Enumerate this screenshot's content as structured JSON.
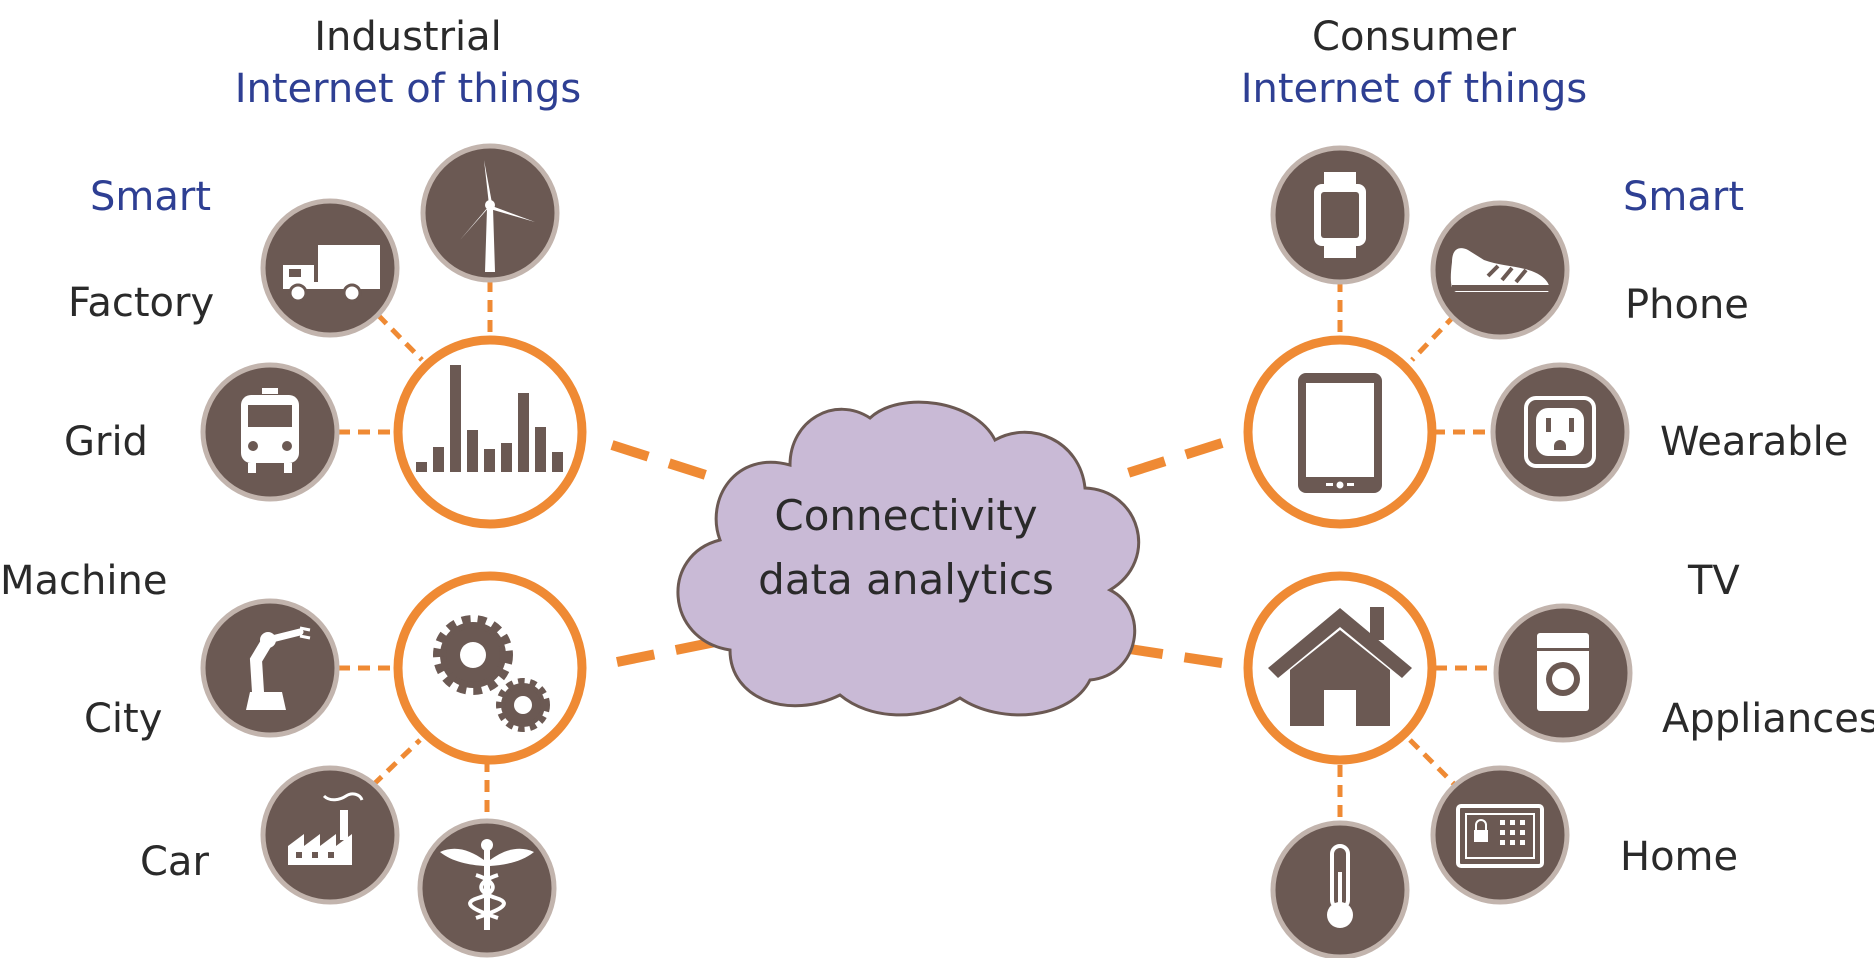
{
  "industrial": {
    "title_line1": "Industrial",
    "title_line2": "Internet of things",
    "labels": [
      "Smart",
      "Factory",
      "Grid",
      "Machine",
      "City",
      "Car"
    ]
  },
  "consumer": {
    "title_line1": "Consumer",
    "title_line2": "Internet of things",
    "labels": [
      "Smart",
      "Phone",
      "Wearable",
      "TV",
      "Appliances",
      "Home"
    ]
  },
  "center": {
    "line1": "Connectivity",
    "line2": "data analytics"
  },
  "colors": {
    "accent_orange": "#ef8a34",
    "node_brown": "#6b5953",
    "cloud_lavender": "#c9bad6",
    "title_blue": "#2e3f93"
  },
  "icons": {
    "industrial_hubs": [
      "bar-chart-icon",
      "gears-icon"
    ],
    "industrial_nodes": [
      "truck-icon",
      "wind-turbine-icon",
      "train-icon",
      "robot-arm-icon",
      "factory-icon",
      "caduceus-icon"
    ],
    "consumer_hubs": [
      "tablet-icon",
      "house-icon"
    ],
    "consumer_nodes": [
      "smartwatch-icon",
      "sneaker-icon",
      "power-outlet-icon",
      "washing-machine-icon",
      "safe-icon",
      "thermometer-icon"
    ]
  }
}
